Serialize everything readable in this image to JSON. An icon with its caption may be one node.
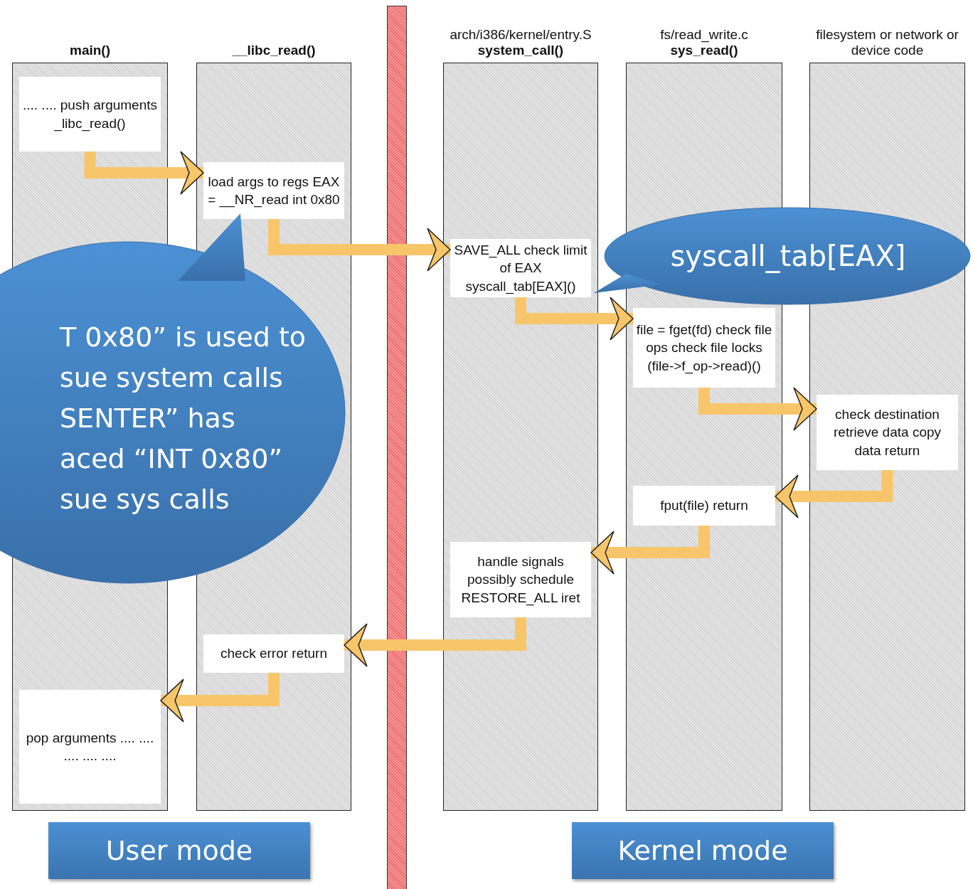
{
  "diagram": {
    "nodes": [
      {
        "text": [
          "main()"
        ]
      },
      {
        "text": [
          "__libc_read()"
        ]
      },
      {
        "text": [
          "arch/i386/kernel/entry.S",
          "system_call()"
        ]
      },
      {
        "text": [
          "fs/read_write.c",
          "sys_read()"
        ]
      },
      {
        "text": [
          "filesystem or network or device code"
        ]
      },
      {
        "text": [
          ".... .... push arguments _libc_read()"
        ],
        "in": 0
      },
      {
        "text": [
          "load args to regs EAX = __NR_read int 0x80"
        ],
        "in": 1
      },
      {
        "text": [
          "SAVE_ALL check limit of EAX syscall_tab[EAX]()"
        ],
        "in": 2
      },
      {
        "text": [
          "file = fget(fd) check file ops check file locks (file->f_op->read)()"
        ],
        "in": 3
      },
      {
        "text": [
          "check destination retrieve data copy data return"
        ],
        "in": 4
      },
      {
        "text": [
          "fput(file) return"
        ],
        "in": 3
      },
      {
        "text": [
          "handle signals possibly schedule RESTORE_ALL iret"
        ],
        "in": 2
      },
      {
        "text": [
          "check error return"
        ],
        "in": 1
      },
      {
        "text": [
          "pop arguments .... .... .... .... ...."
        ],
        "in": 0
      },
      {
        "text": [
          "T 0x80” is used to sue system calls SENTER” has aced “INT 0x80” sue sys calls"
        ]
      },
      {
        "text": [
          "syscall_tab[EAX]"
        ]
      },
      {
        "text": [
          "User mode"
        ]
      },
      {
        "text": [
          "Kernel mode"
        ]
      }
    ],
    "edges": [
      {
        "from": 5,
        "to": 6,
        "arrow": "to"
      },
      {
        "from": 6,
        "to": 7,
        "arrow": "to"
      },
      {
        "from": 7,
        "to": 8,
        "arrow": "to"
      },
      {
        "from": 8,
        "to": 9,
        "arrow": "to"
      },
      {
        "from": 9,
        "to": 10,
        "arrow": "to"
      },
      {
        "from": 10,
        "to": 11,
        "arrow": "to"
      },
      {
        "from": 11,
        "to": 12,
        "arrow": "to"
      },
      {
        "from": 12,
        "to": 13,
        "arrow": "to"
      }
    ]
  }
}
